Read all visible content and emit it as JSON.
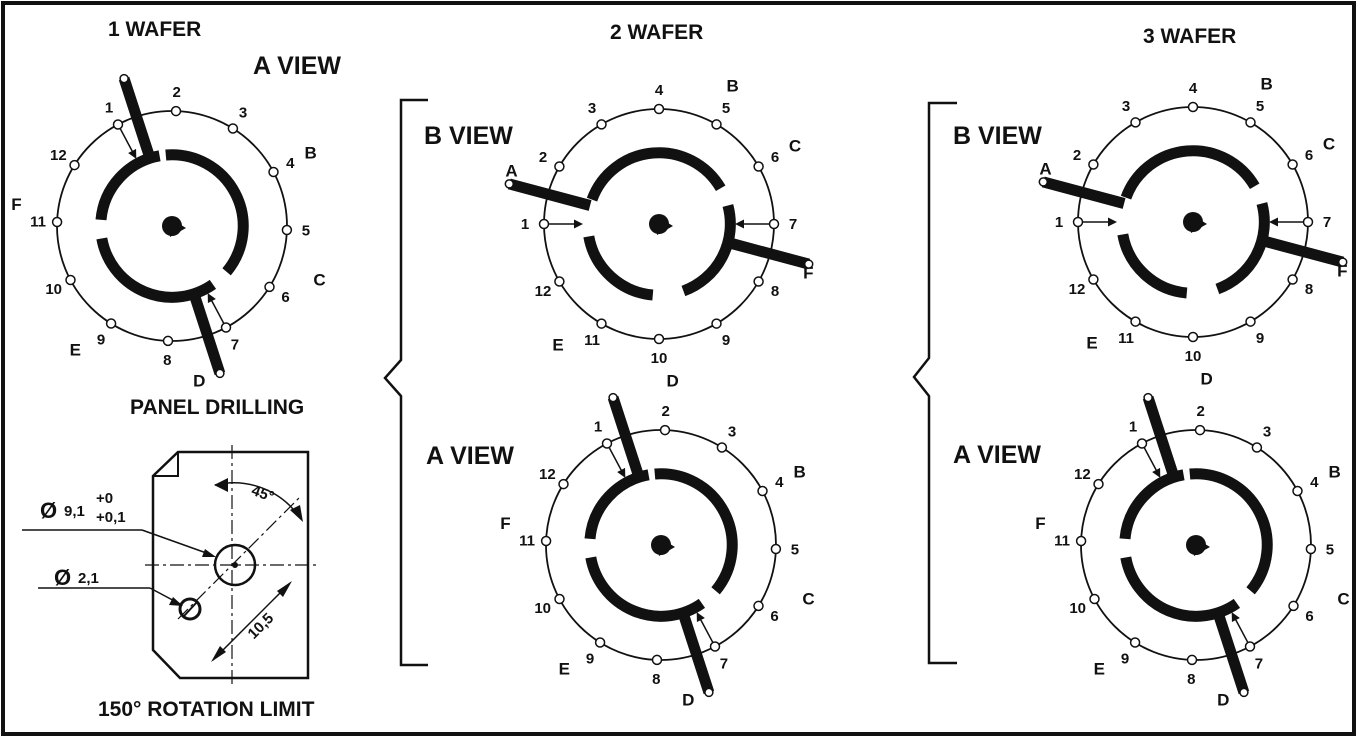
{
  "headings": {
    "wafer1": "1 WAFER",
    "wafer2": "2 WAFER",
    "wafer3": "3 WAFER"
  },
  "views": {
    "a_view": "A VIEW",
    "b_view": "B VIEW"
  },
  "panel": {
    "title": "PANEL DRILLING",
    "hole1_dia": "9,1",
    "hole1_tol_upper": "+0",
    "hole1_tol_lower": "+0,1",
    "hole2_dia": "2,1",
    "distance": "10,5",
    "angle": "45°",
    "diameter_symbol": "Ø",
    "rotation_limit": "150° ROTATION LIMIT"
  },
  "dial_labels": {
    "positions": [
      "1",
      "2",
      "3",
      "4",
      "5",
      "6",
      "7",
      "8",
      "9",
      "10",
      "11",
      "12"
    ],
    "terminals": [
      "A",
      "B",
      "C",
      "D",
      "E",
      "F"
    ]
  },
  "colors": {
    "ink": "#111111",
    "paper": "#ffffff"
  }
}
